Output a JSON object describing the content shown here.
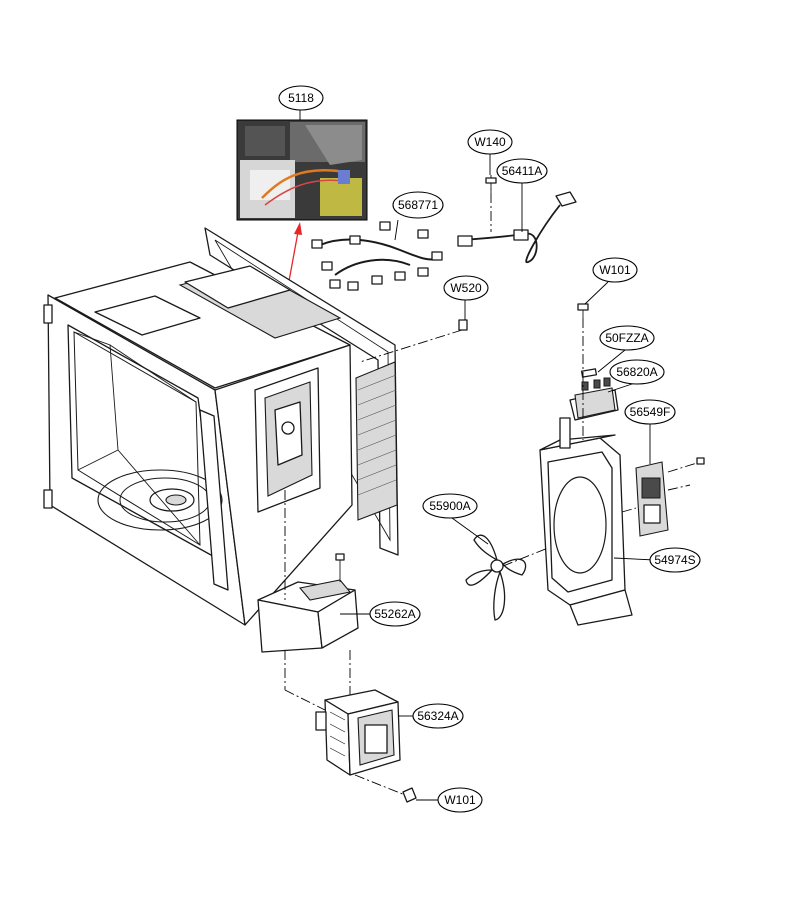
{
  "parts": [
    {
      "id": "p1",
      "code": "5118"
    },
    {
      "id": "p2",
      "code": "W140"
    },
    {
      "id": "p3",
      "code": "56411A"
    },
    {
      "id": "p4",
      "code": "568771"
    },
    {
      "id": "p5",
      "code": "W520"
    },
    {
      "id": "p6",
      "code": "W101"
    },
    {
      "id": "p7",
      "code": "50FZZA"
    },
    {
      "id": "p8",
      "code": "56820A"
    },
    {
      "id": "p9",
      "code": "56549F"
    },
    {
      "id": "p10",
      "code": "55900A"
    },
    {
      "id": "p11",
      "code": "54974S"
    },
    {
      "id": "p12",
      "code": "55262A"
    },
    {
      "id": "p13",
      "code": "56324A"
    },
    {
      "id": "p14",
      "code": "W101"
    }
  ],
  "colors": {
    "highlight": "#e8262a",
    "line": "#1a1a1a",
    "photo_board": "#c9c24a"
  }
}
